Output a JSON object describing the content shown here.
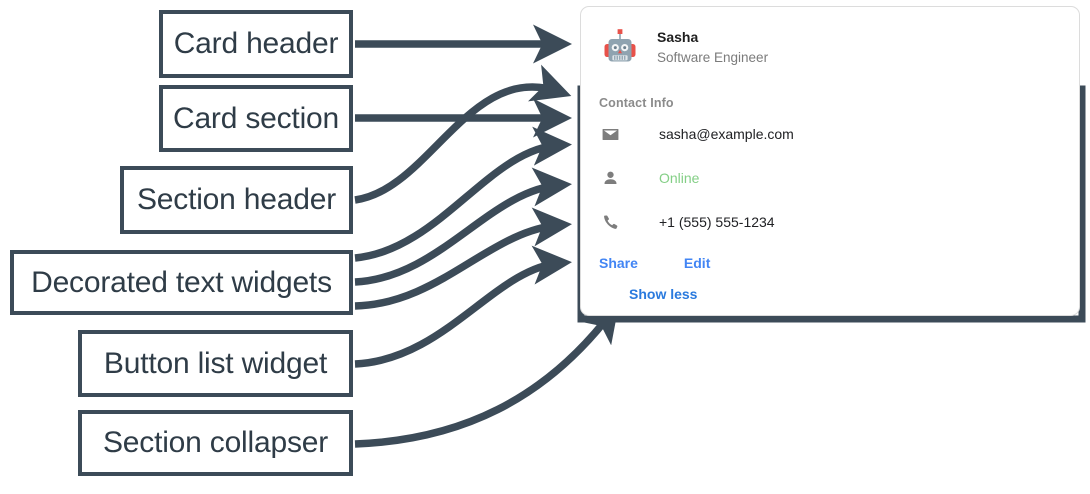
{
  "annotations": [
    {
      "key": "card_header",
      "label": "Card header"
    },
    {
      "key": "card_section",
      "label": "Card section"
    },
    {
      "key": "section_header",
      "label": "Section header"
    },
    {
      "key": "decorated_text",
      "label": "Decorated text widgets"
    },
    {
      "key": "button_list",
      "label": "Button list widget"
    },
    {
      "key": "section_collapser",
      "label": "Section collapser"
    }
  ],
  "card": {
    "header": {
      "avatar_icon": "robot-avatar-icon",
      "name": "Sasha",
      "subtitle": "Software Engineer"
    },
    "section": {
      "title": "Contact Info",
      "rows": [
        {
          "icon": "email-icon",
          "text": "sasha@example.com",
          "kind": "plain"
        },
        {
          "icon": "person-icon",
          "text": "Online",
          "kind": "status"
        },
        {
          "icon": "phone-icon",
          "text": "+1 (555) 555-1234",
          "kind": "plain"
        }
      ],
      "buttons": [
        "Share",
        "Edit"
      ],
      "collapser_label": "Show less"
    }
  },
  "colors": {
    "annotation_stroke": "#3c4b58",
    "annotation_text": "#2f3c47",
    "card_border": "#dcdcdc",
    "link_blue": "#4285f4",
    "collapser_blue": "#2a7ade",
    "status_green": "#84cf86",
    "muted_text": "#8b8b8b",
    "body_text": "#202124",
    "avatar_body": "#8fa3b0",
    "avatar_accent": "#e8524a"
  }
}
